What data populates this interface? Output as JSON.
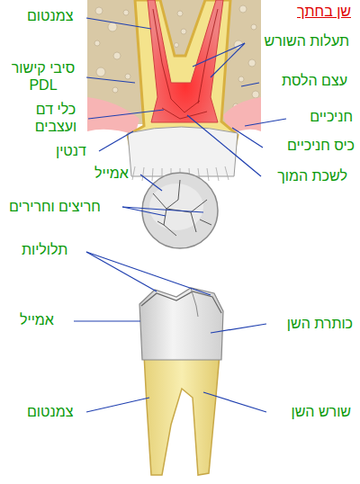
{
  "diagram": {
    "title": "שן בחתך",
    "labels": [
      "צמנטום",
      "תעלות השורש",
      "סיבי קישור PDL",
      "עצם הלסת",
      "כלי דם ועצבים",
      "חניכיים",
      "דנטין",
      "כיס חניכיים",
      "אמייל",
      "לשכת המוך",
      "חריצים וחרירים",
      "תלוליות",
      "אמייל",
      "כותרת השן",
      "צמנטום",
      "שורש השן"
    ]
  }
}
